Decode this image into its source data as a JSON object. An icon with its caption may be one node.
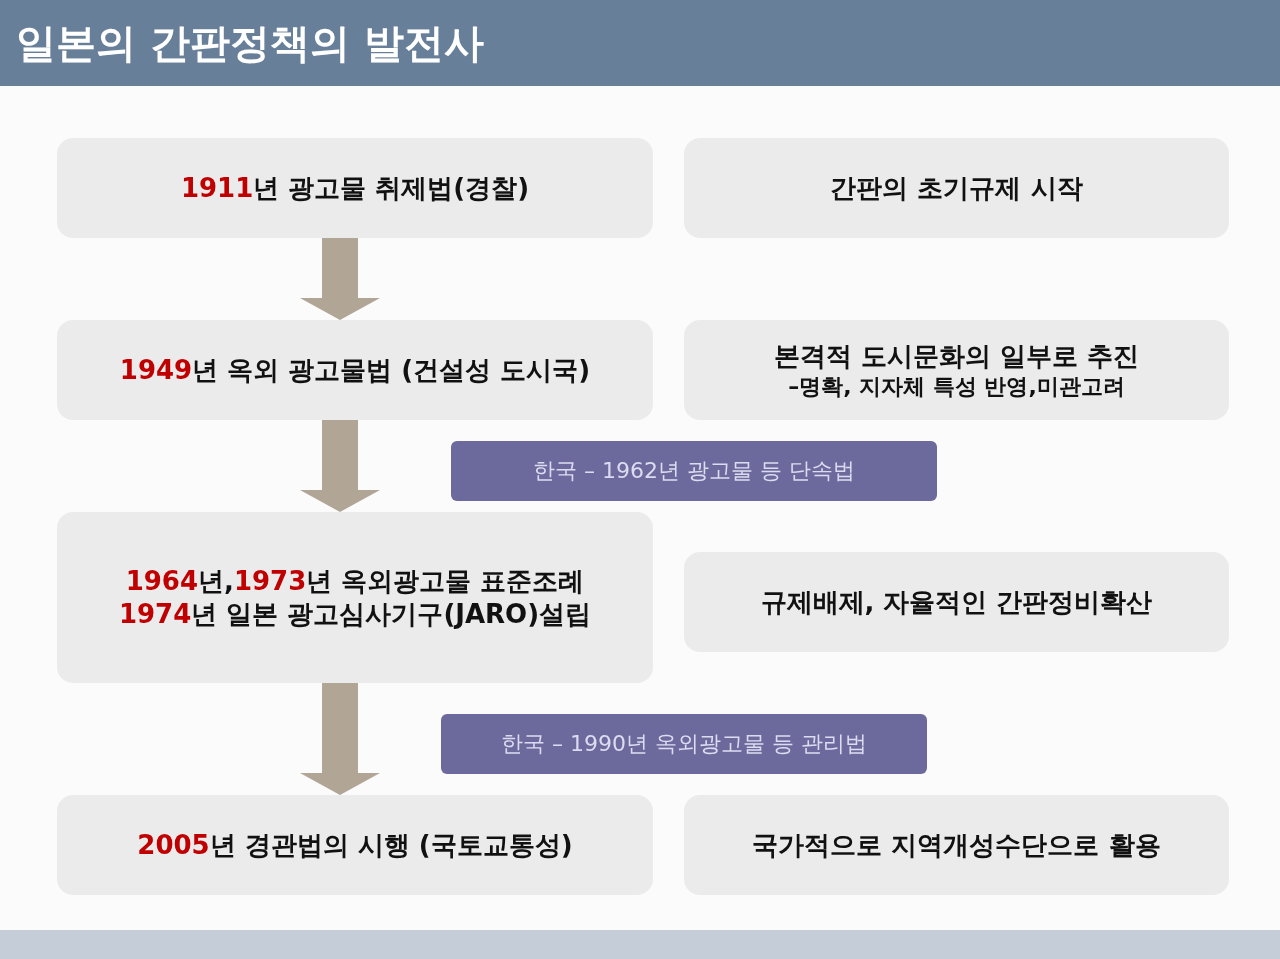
{
  "diagram": {
    "title": "일본의 간판정책의 발전사",
    "nodes": [
      {
        "text": [
          "1911년 광고물 취제법(경찰)"
        ]
      },
      {
        "text": [
          "간판의 초기규제 시작"
        ]
      },
      {
        "text": [
          "1949년 옥외 광고물법 (건설성 도시국)"
        ]
      },
      {
        "text": [
          "본격적 도시문화의 일부로 추진",
          "–명확, 지자체 특성 반영,미관고려"
        ]
      },
      {
        "text": [
          "한국 – 1962년 광고물 등 단속법"
        ]
      },
      {
        "text": [
          "1964년,1973년 옥외광고물 표준조례",
          "1974년  일본 광고심사기구(JARO)설립"
        ]
      },
      {
        "text": [
          "규제배제, 자율적인 간판정비확산"
        ]
      },
      {
        "text": [
          "한국 – 1990년 옥외광고물 등 관리법"
        ]
      },
      {
        "text": [
          "2005년 경관법의 시행 (국토교통성)"
        ]
      },
      {
        "text": [
          "국가적으로 지역개성수단으로 활용"
        ]
      }
    ],
    "edges": [
      {
        "from": 0,
        "to": 2,
        "arrow": "to",
        "style": "thick"
      },
      {
        "from": 2,
        "to": 5,
        "arrow": "to",
        "style": "thick"
      },
      {
        "from": 5,
        "to": 8,
        "arrow": "to",
        "style": "thick"
      }
    ]
  }
}
